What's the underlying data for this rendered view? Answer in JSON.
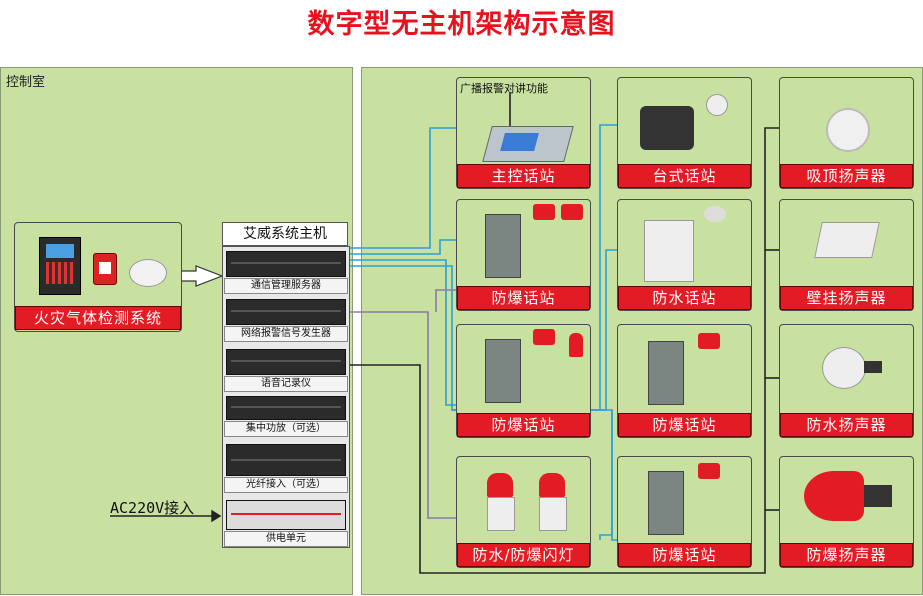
{
  "title": "数字型无主机架构示意图",
  "control_room": {
    "label": "控制室"
  },
  "fire_system": {
    "label": "火灾气体检测系统"
  },
  "host": {
    "title": "艾威系统主机",
    "units": [
      "通信管理服务器",
      "网络报警信号发生器",
      "语音记录仪",
      "集中功放（可选）",
      "光纤接入（可选）",
      "供电单元"
    ]
  },
  "ac_input": "AC220V接入",
  "broadcast_note": "广播报警对讲功能",
  "stations": {
    "master": "主控话站",
    "desk": "台式话站",
    "ceiling_speaker": "吸顶扬声器",
    "explosion_proof_1": "防爆话站",
    "waterproof_station": "防水话站",
    "wall_speaker": "壁挂扬声器",
    "explosion_proof_2": "防爆话站",
    "explosion_proof_3": "防爆话站",
    "waterproof_speaker": "防水扬声器",
    "flash_light": "防水/防爆闪灯",
    "explosion_proof_4": "防爆话站",
    "explosion_proof_speaker": "防爆扬声器"
  },
  "colors": {
    "title_red": "#e8121f",
    "bar_red": "#e21b24",
    "panel_green": "#c8e0a0",
    "wire_blue": "#2aa0d8",
    "wire_purple": "#8a7aa8",
    "wire_black": "#222222"
  }
}
